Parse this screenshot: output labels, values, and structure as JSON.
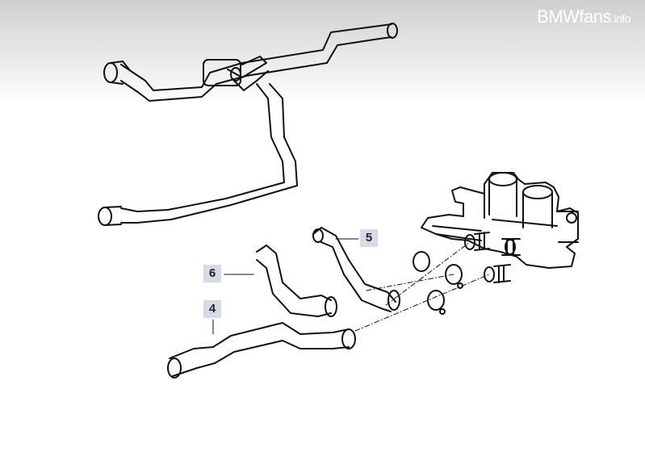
{
  "watermark": {
    "brand": "BMWfans",
    "suffix": ".info"
  },
  "callouts": [
    {
      "id": "label-5",
      "text": "5"
    },
    {
      "id": "label-6",
      "text": "6"
    },
    {
      "id": "label-4",
      "text": "4"
    }
  ],
  "colors": {
    "line": "#111111",
    "label_bg": "#d7dbe8",
    "header_gradient": "#cfcfcf"
  }
}
